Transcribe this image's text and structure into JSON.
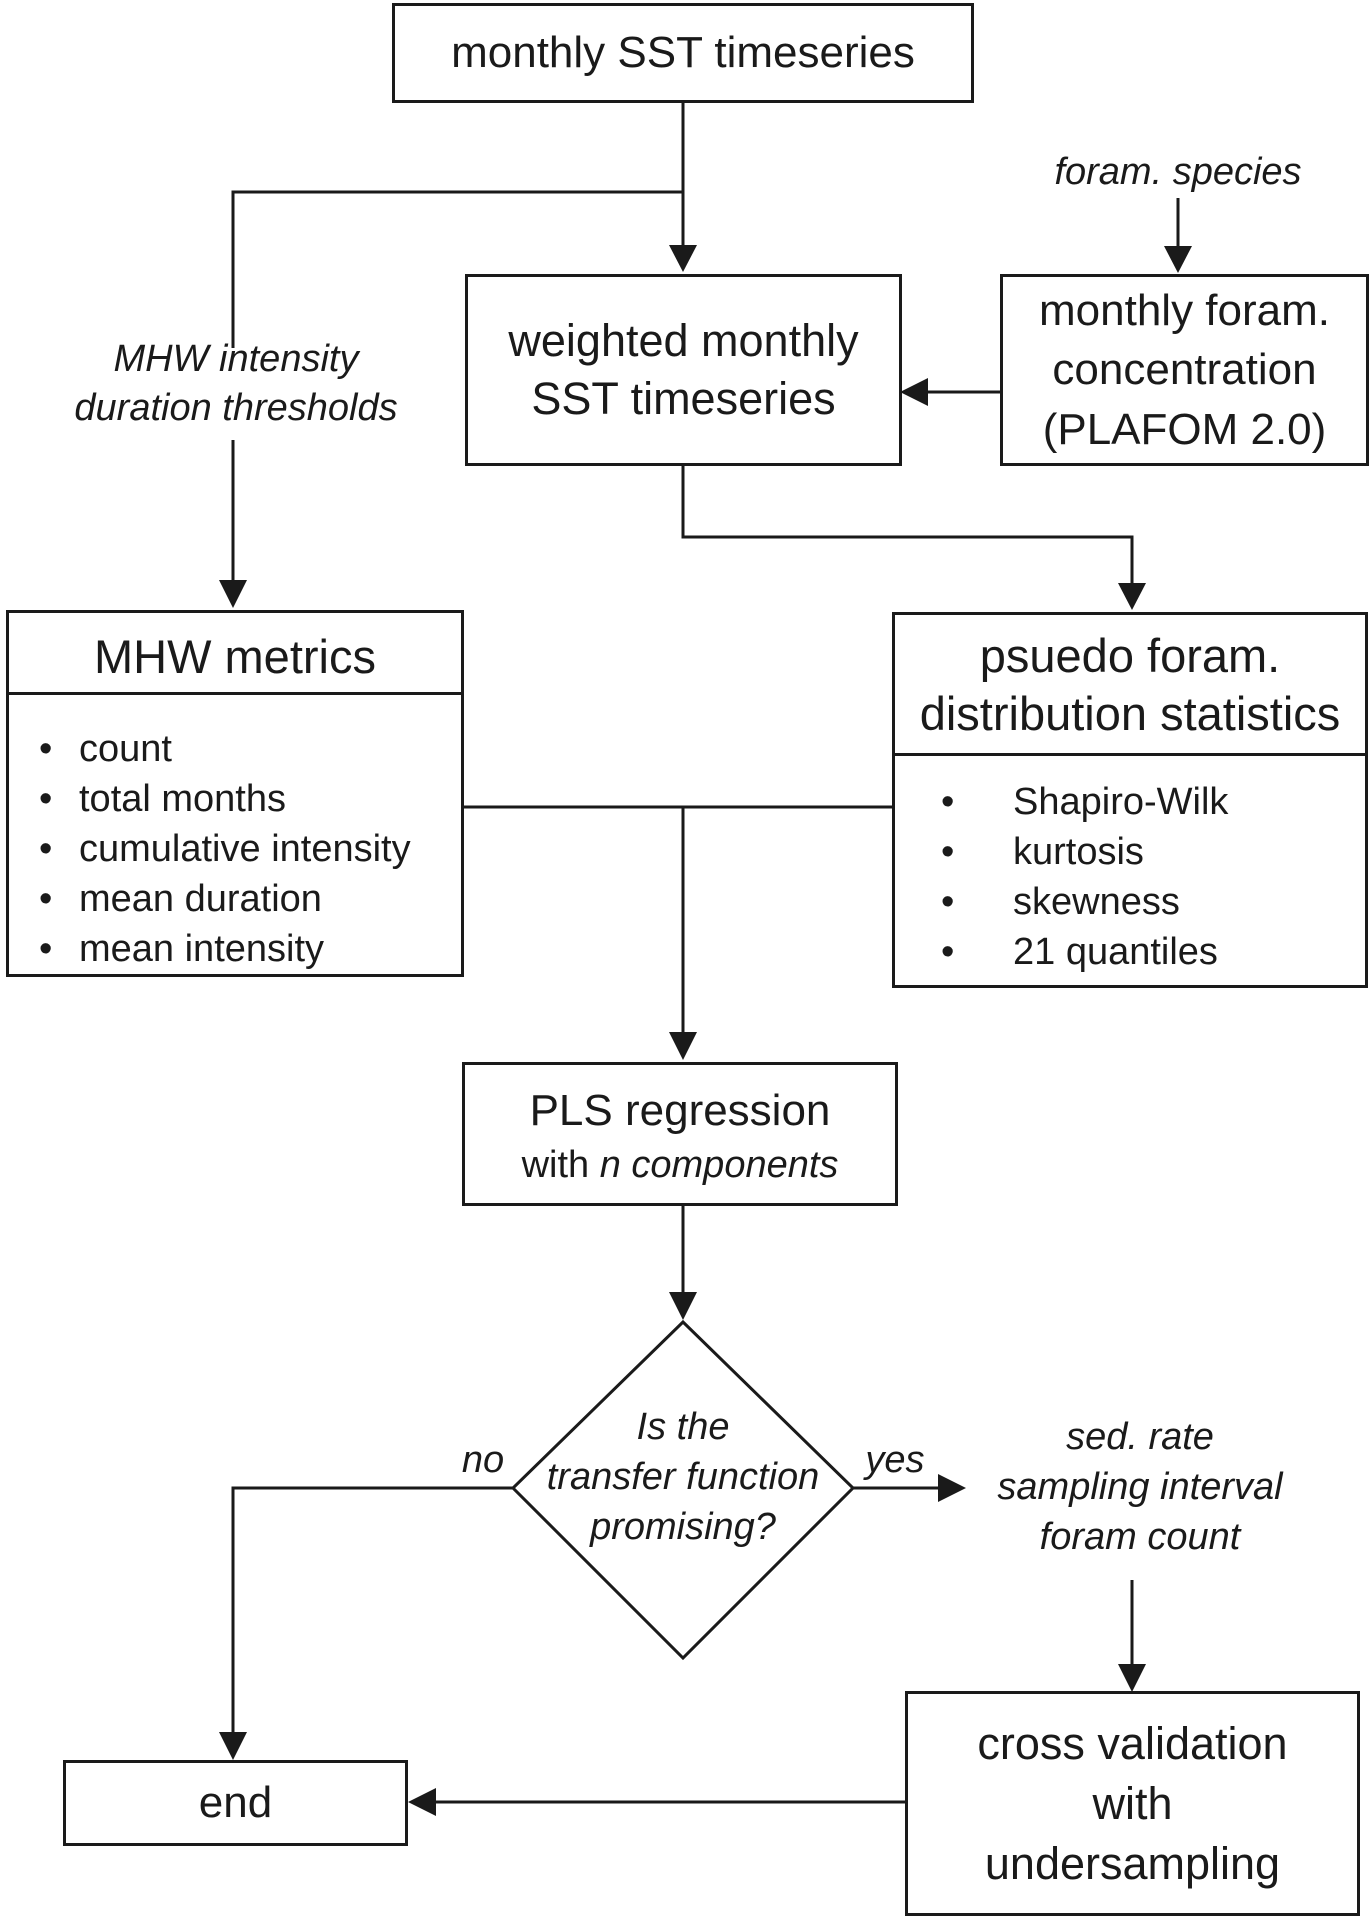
{
  "nodes": {
    "monthly_sst": "monthly SST timeseries",
    "weighted_line1": "weighted monthly",
    "weighted_line2": "SST timeseries",
    "foram_conc_line1": "monthly foram.",
    "foram_conc_line2": "concentration",
    "foram_conc_line3": "(PLAFOM 2.0)",
    "mhw_metrics": {
      "title": "MHW metrics",
      "items": [
        "count",
        "total months",
        "cumulative intensity",
        "mean duration",
        "mean intensity"
      ]
    },
    "pseudo_stats": {
      "title_line1": "psuedo foram.",
      "title_line2": "distribution statistics",
      "items": [
        "Shapiro-Wilk",
        "kurtosis",
        "skewness",
        "21 quantiles"
      ]
    },
    "pls": {
      "title": "PLS regression",
      "sub_prefix": "with ",
      "sub_italic": "n components"
    },
    "decision_line1": "Is the",
    "decision_line2": "transfer function",
    "decision_line3": "promising?",
    "cross_val_line1": "cross validation",
    "cross_val_line2": "with",
    "cross_val_line3": "undersampling",
    "end": "end"
  },
  "labels": {
    "foram_species": "foram. species",
    "mhw_thresholds_line1": "MHW intensity",
    "mhw_thresholds_line2": "duration thresholds",
    "no": "no",
    "yes": "yes",
    "sampling_line1": "sed. rate",
    "sampling_line2": "sampling interval",
    "sampling_line3": "foram count"
  },
  "bullet_char": "•",
  "colors": {
    "stroke": "#1a1a1a",
    "background": "#ffffff"
  }
}
